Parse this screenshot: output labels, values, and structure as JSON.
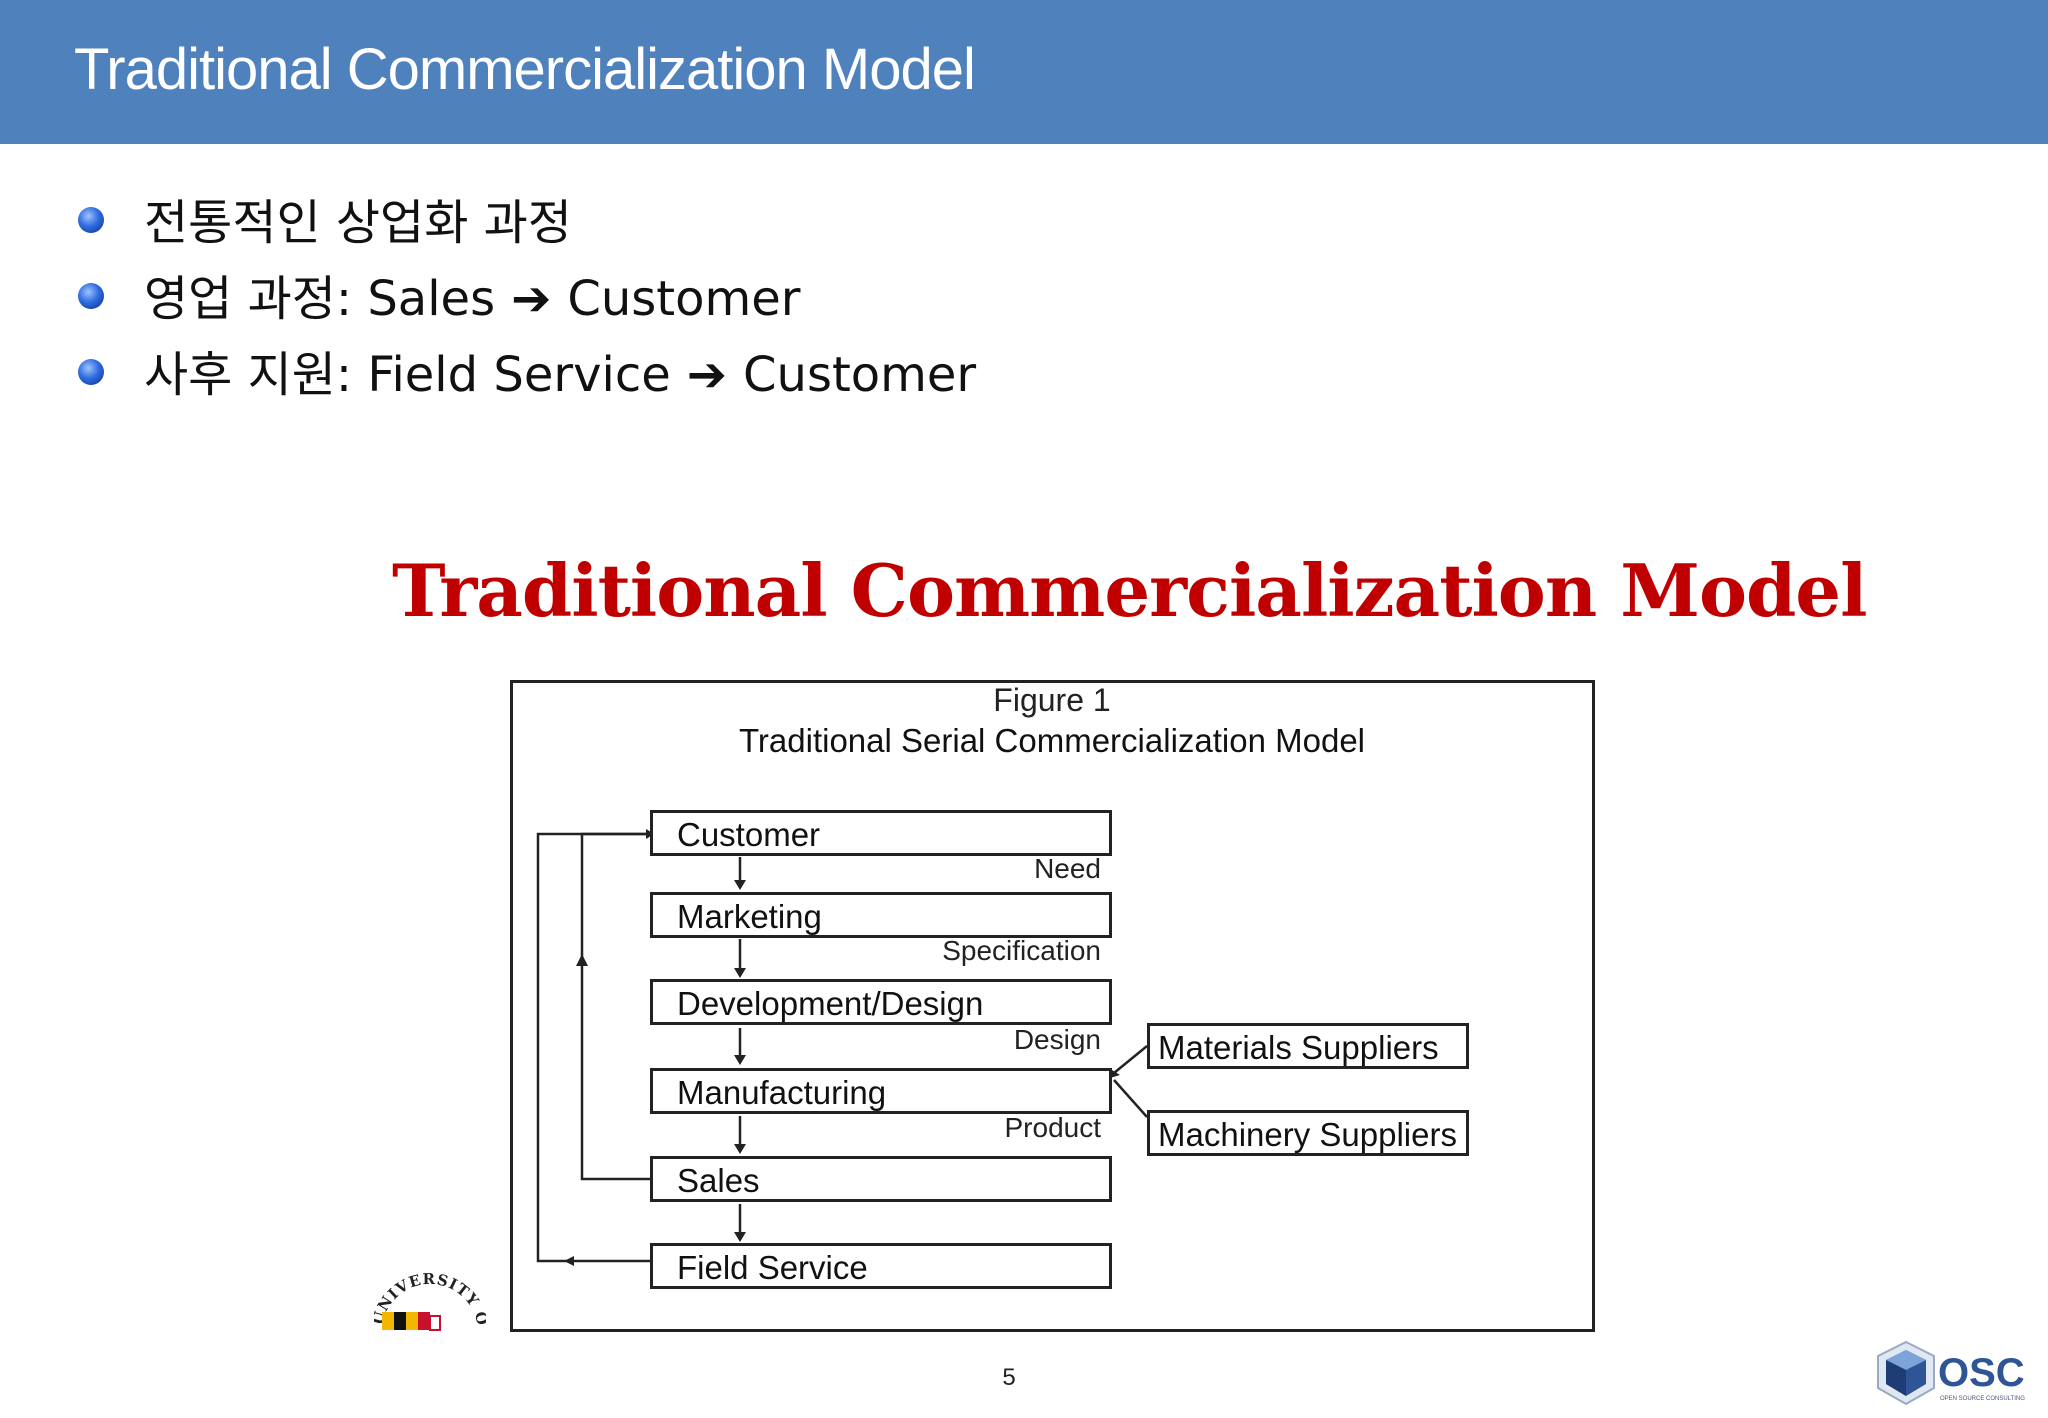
{
  "header": {
    "title": "Traditional Commercialization Model",
    "background_color": "#4f81bd"
  },
  "bullets": [
    {
      "text": "전통적인 상업화 과정"
    },
    {
      "prefix": "영업 과정: Sales",
      "arrow": "➔",
      "suffix": "Customer"
    },
    {
      "prefix": "사후 지원: Field Service",
      "arrow": "➔",
      "suffix": "Customer"
    }
  ],
  "figure": {
    "title": "Traditional Commercialization Model",
    "title_color": "#c00000",
    "caption_line1": "Figure 1",
    "caption_line2": "Traditional Serial Commercialization Model",
    "stages": [
      "Customer",
      "Marketing",
      "Development/Design",
      "Manufacturing",
      "Sales",
      "Field Service"
    ],
    "flow_labels": [
      "Need",
      "Specification",
      "Design",
      "Product"
    ],
    "suppliers": [
      "Materials Suppliers",
      "Machinery Suppliers"
    ]
  },
  "footer": {
    "page_number": "5",
    "left_logo_text": "UNIVERSITY OF",
    "right_logo_text": "OSC",
    "right_logo_subtext": "OPEN SOURCE CONSULTING"
  }
}
